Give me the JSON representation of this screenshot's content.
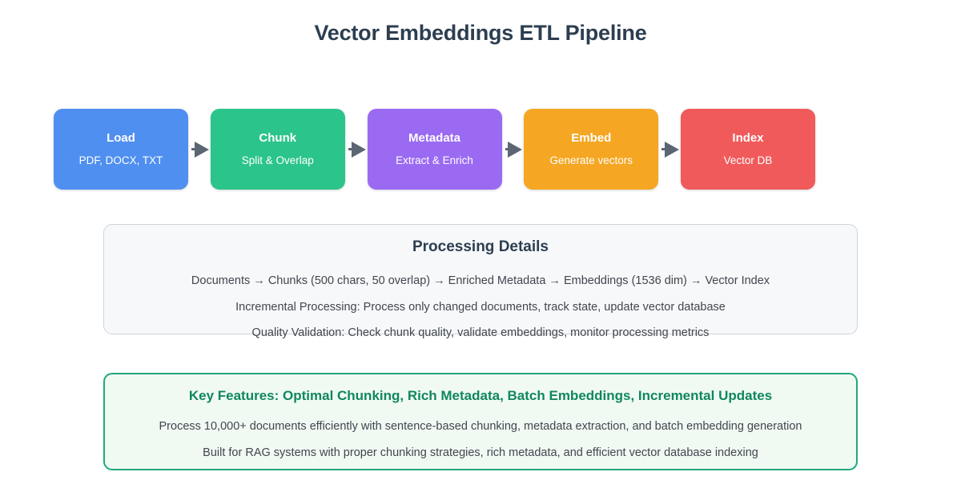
{
  "title": "Vector Embeddings ETL Pipeline",
  "colors": {
    "title_text": "#2c3e50",
    "body_text": "#41464e",
    "arrow": "#5c6573",
    "details_bg": "#f7f8fa",
    "details_border": "#ced4da",
    "features_bg": "#f0faf3",
    "features_border": "#21a87b",
    "features_title": "#10875e"
  },
  "pipeline": {
    "stages": [
      {
        "name": "Load",
        "subtitle": "PDF, DOCX, TXT",
        "color": "#4f8ff0"
      },
      {
        "name": "Chunk",
        "subtitle": "Split & Overlap",
        "color": "#2bc48a"
      },
      {
        "name": "Metadata",
        "subtitle": "Extract & Enrich",
        "color": "#9a6af2"
      },
      {
        "name": "Embed",
        "subtitle": "Generate vectors",
        "color": "#f5a623"
      },
      {
        "name": "Index",
        "subtitle": "Vector DB",
        "color": "#f05a5a"
      }
    ],
    "connector_icon": "arrow-right-icon"
  },
  "details_panel": {
    "title": "Processing Details",
    "lines": [
      "Documents → Chunks (500 chars, 50 overlap) → Enriched Metadata → Embeddings (1536 dim) → Vector Index",
      "Incremental Processing: Process only changed documents, track state, update vector database",
      "Quality Validation: Check chunk quality, validate embeddings, monitor processing metrics"
    ]
  },
  "features_panel": {
    "title": "Key Features: Optimal Chunking, Rich Metadata, Batch Embeddings, Incremental Updates",
    "lines": [
      "Process 10,000+ documents efficiently with sentence-based chunking, metadata extraction, and batch embedding generation",
      "Built for RAG systems with proper chunking strategies, rich metadata, and efficient vector database indexing"
    ]
  }
}
